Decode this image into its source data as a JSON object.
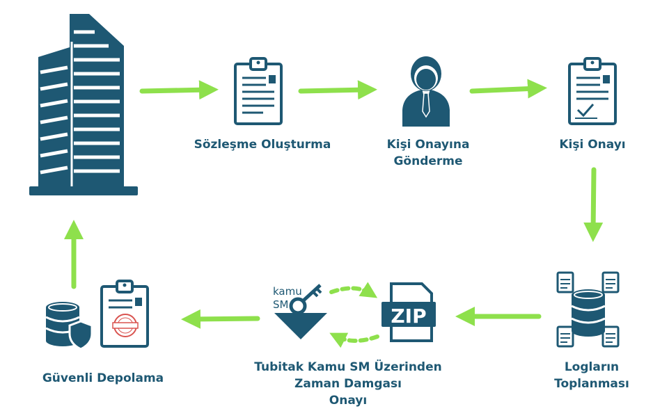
{
  "colors": {
    "primary": "#1e5873",
    "arrow": "#8ee04c",
    "paper": "#ffffff",
    "stamp": "#d9534f"
  },
  "steps": {
    "create": {
      "lines": [
        "Sözleşme Oluşturma"
      ]
    },
    "send": {
      "lines": [
        "Kişi Onayına",
        "Gönderme"
      ]
    },
    "approve": {
      "lines": [
        "Kişi Onayı"
      ]
    },
    "logs": {
      "lines": [
        "Logların",
        "Toplanması"
      ]
    },
    "stamp": {
      "lines": [
        "Tubitak Kamu SM Üzerinden",
        "Zaman Damgası",
        "Onayı"
      ]
    },
    "storage": {
      "lines": [
        "Güvenli Depolama"
      ]
    }
  },
  "icons": {
    "company": "building-icon",
    "create": "contract-clipboard-icon",
    "send": "person-icon",
    "approve": "approved-clipboard-icon",
    "logs": "database-documents-icon",
    "zip": "zip-archive-icon",
    "kamusm": "kamusm-logo-icon",
    "storage": "secure-database-icon"
  },
  "kamusm_logo": {
    "line1": "kamu",
    "line2": "SM"
  },
  "zip_label": "ZIP"
}
